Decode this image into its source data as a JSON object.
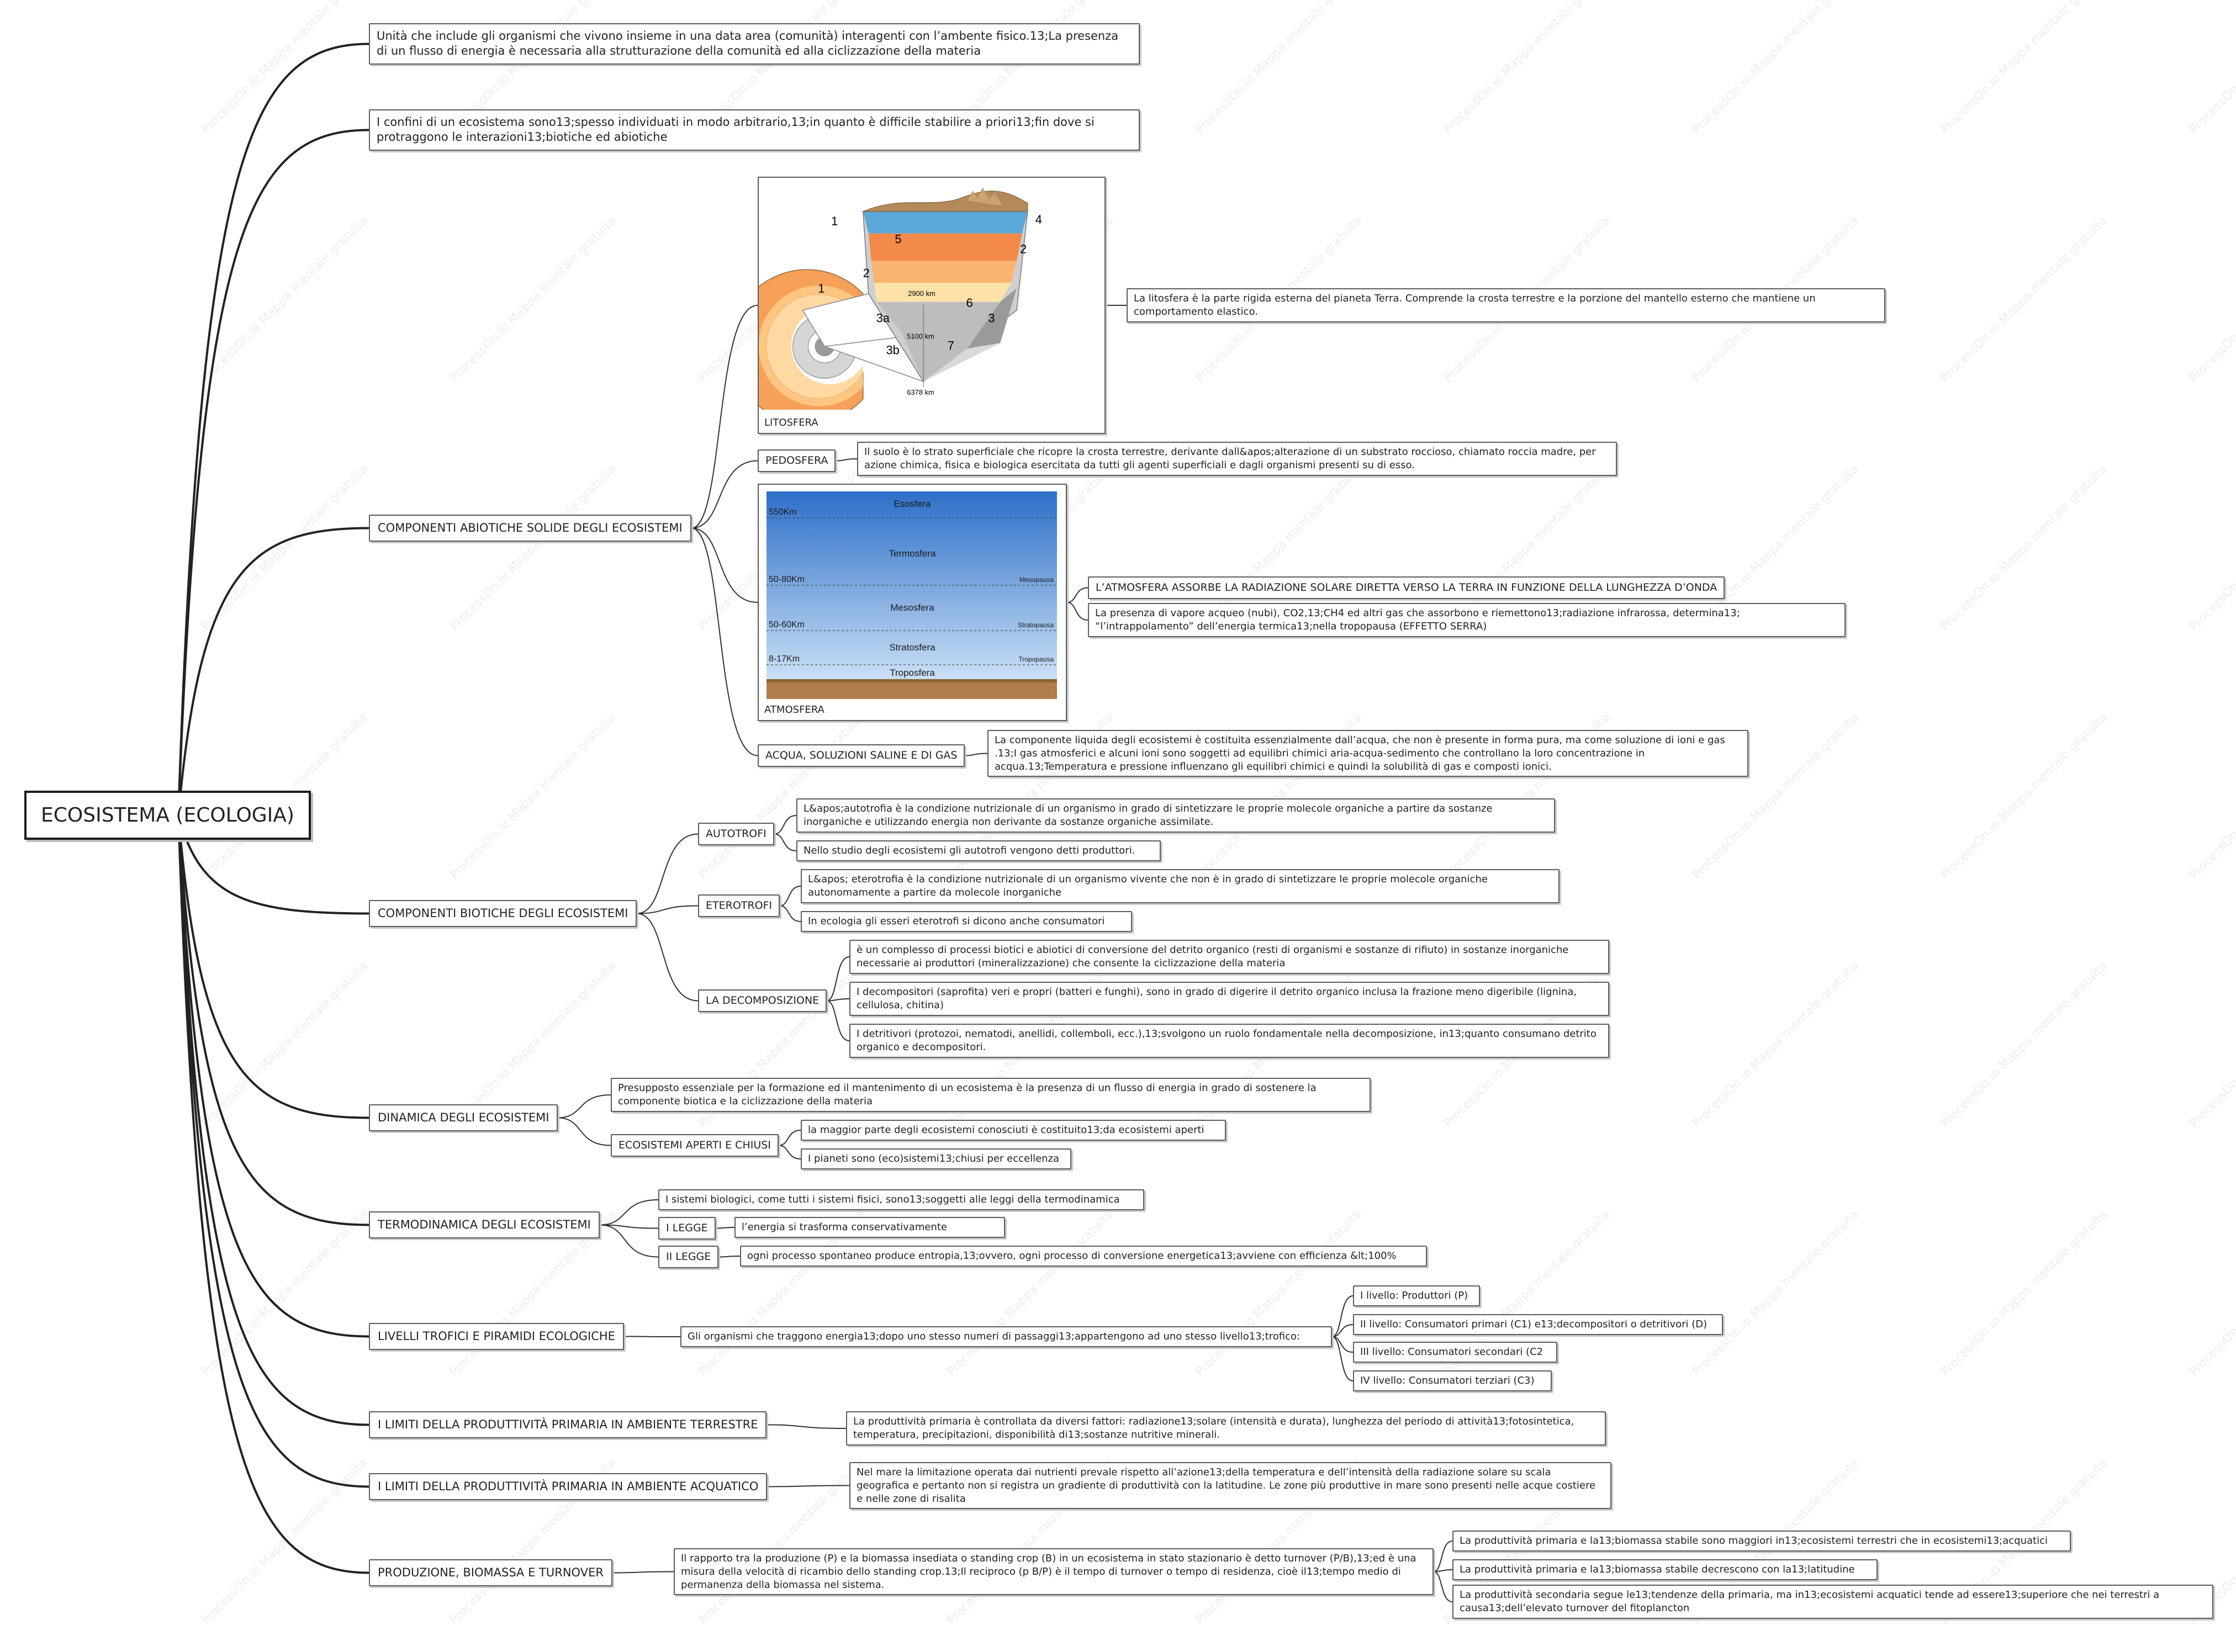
{
  "watermark": "ProcessOn.io Mappa mentale gratuita",
  "root": "ECOSISTEMA (ECOLOGIA)",
  "intro": [
    "Unità che include gli organismi che vivono insieme in una data area (comunità) interagenti con l’ambente fisico.13;La presenza di un flusso di energia è necessaria alla strutturazione della comunità ed alla ciclizzazione della materia",
    "I confini di un ecosistema sono13;spesso individuati in modo arbitrario,13;in quanto è difficile stabilire a priori13;fin dove si protraggono le interazioni13;biotiche ed abiotiche"
  ],
  "abiotic": {
    "label": "COMPONENTI ABIOTICHE SOLIDE DEGLI ECOSISTEMI",
    "lithosphere": {
      "caption": "LITOSFERA",
      "text": "La litosfera è la parte rigida esterna del pianeta Terra. Comprende la crosta terrestre e la porzione del mantello esterno che mantiene un comportamento elastico.",
      "diagram_labels": {
        "n1": "1",
        "n2": "2",
        "n3": "3",
        "n3a": "3a",
        "n3b": "3b",
        "n4": "4",
        "n5": "5",
        "n6": "6",
        "n7": "7",
        "d1": "2900 km",
        "d2": "5100 km",
        "d3": "6378 km"
      }
    },
    "pedosphere": {
      "label": "PEDOSFERA",
      "text": "Il suolo è lo strato superficiale che ricopre la crosta terrestre, derivante dall&apos;alterazione di un substrato roccioso, chiamato roccia madre, per azione chimica, fisica e biologica esercitata da tutti gli agenti superficiali e dagli organismi presenti su di esso."
    },
    "atmosphere": {
      "caption": "ATMOSFERA",
      "layers": [
        "Esosfera",
        "Termosfera",
        "Mesosfera",
        "Stratosfera",
        "Troposfera"
      ],
      "altitudes": [
        "550Km",
        "50-80Km",
        "50-60Km",
        "8-17Km"
      ],
      "pauses": [
        "Mesopausa",
        "Stratopausa",
        "Tropopausa"
      ],
      "notes": [
        "L’ATMOSFERA ASSORBE LA RADIAZIONE SOLARE DIRETTA VERSO LA TERRA IN FUNZIONE DELLA LUNGHEZZA D’ONDA",
        "La presenza di vapore acqueo (nubi), CO2,13;CH4 ed altri gas che assorbono e riemettono13;radiazione infrarossa, determina13; “l’intrappolamento” dell’energia termica13;nella tropopausa (EFFETTO SERRA)"
      ]
    },
    "water": {
      "label": "ACQUA, SOLUZIONI SALINE E DI GAS",
      "text": "La componente liquida degli ecosistemi è costituita essenzialmente dall’acqua, che non è presente in forma pura, ma come soluzione di ioni e gas .13;I gas atmosferici e alcuni ioni sono soggetti ad equilibri chimici aria-acqua-sedimento che controllano la loro concentrazione in acqua.13;Temperatura e pressione influenzano gli equilibri chimici e quindi la solubilità di gas e composti ionici."
    }
  },
  "biotic": {
    "label": "COMPONENTI BIOTICHE DEGLI ECOSISTEMI",
    "autotrophs": {
      "label": "AUTOTROFI",
      "items": [
        "L&apos;autotrofia è la condizione nutrizionale di un organismo in grado di sintetizzare le proprie molecole organiche a partire da sostanze inorganiche e utilizzando energia non derivante da sostanze organiche assimilate.",
        "Nello studio degli ecosistemi gli autotrofi vengono detti produttori."
      ]
    },
    "heterotrophs": {
      "label": "ETEROTROFI",
      "items": [
        "L&apos; eterotrofia è la condizione nutrizionale di un organismo vivente che non è in grado di sintetizzare le proprie molecole organiche autonomamente a partire da molecole inorganiche",
        "In ecologia gli esseri eterotrofi si dicono anche consumatori"
      ]
    },
    "decomposition": {
      "label": "LA DECOMPOSIZIONE",
      "items": [
        "è un complesso di processi biotici e abiotici di conversione del detrito organico (resti di organismi e sostanze di rifiuto) in sostanze inorganiche necessarie ai produttori (mineralizzazione) che consente la ciclizzazione della materia",
        "I decompositori (saprofita) veri e propri (batteri e funghi), sono in grado di digerire il detrito organico inclusa la frazione meno digeribile (lignina, cellulosa, chitina)",
        "I detritivori (protozoi, nematodi, anellidi, collemboli, ecc.),13;svolgono un ruolo fondamentale nella decomposizione, in13;quanto consumano detrito organico e decompositori."
      ]
    }
  },
  "dynamics": {
    "label": "DINAMICA DEGLI ECOSISTEMI",
    "text": "Presupposto essenziale per la formazione ed il mantenimento di un ecosistema è la presenza di un flusso di energia in grado di sostenere la componente biotica e la ciclizzazione della materia",
    "open_closed": {
      "label": "ECOSISTEMI APERTI E CHIUSI",
      "items": [
        "la maggior parte degli ecosistemi conosciuti è costituito13;da ecosistemi aperti",
        "I pianeti sono (eco)sistemi13;chiusi per eccellenza"
      ]
    }
  },
  "thermo": {
    "label": "TERMODINAMICA DEGLI ECOSISTEMI",
    "text": "I sistemi biologici, come tutti i sistemi fisici, sono13;soggetti alle leggi della termodinamica",
    "law1": {
      "label": "I LEGGE",
      "text": "l’energia si trasforma conservativamente"
    },
    "law2": {
      "label": "II LEGGE",
      "text": "ogni processo spontaneo produce entropia,13;ovvero, ogni processo di conversione energetica13;avviene con efficienza &lt;100%"
    }
  },
  "trophic": {
    "label": "LIVELLI TROFICI E PIRAMIDI ECOLOGICHE",
    "text": "Gli organismi che traggono energia13;dopo uno stesso numeri di passaggi13;appartengono ad uno stesso livello13;trofico:",
    "levels": [
      "I livello: Produttori (P)",
      "II livello: Consumatori primari (C1) e13;decompositori o detritivori (D)",
      "III livello: Consumatori secondari (C2",
      "IV livello: Consumatori terziari (C3)"
    ]
  },
  "terrestrial": {
    "label": "I LIMITI DELLA PRODUTTIVITÀ PRIMARIA IN AMBIENTE TERRESTRE",
    "text": "La produttività primaria è controllata da diversi fattori: radiazione13;solare (intensità e durata), lunghezza del periodo di attività13;fotosintetica, temperatura, precipitazioni, disponibilità di13;sostanze nutritive minerali."
  },
  "aquatic": {
    "label": "I LIMITI DELLA PRODUTTIVITÀ PRIMARIA IN AMBIENTE ACQUATICO",
    "text": "Nel mare la limitazione operata dai nutrienti prevale rispetto all’azione13;della temperatura e dell’intensità della radiazione solare su scala geografica e pertanto non si registra un gradiente di produttività con la latitudine. Le zone più produttive in mare sono presenti nelle acque costiere e nelle zone di risalita"
  },
  "production": {
    "label": "PRODUZIONE, BIOMASSA E TURNOVER",
    "text": "Il rapporto tra la produzione (P) e la biomassa insediata o standing crop (B) in un ecosistema in stato stazionario è detto turnover (P/B),13;ed è una misura della velocità di ricambio dello standing crop.13;Il reciproco (p B/P) è il tempo di turnover o tempo di residenza, cioè il13;tempo medio di permanenza della biomassa nel sistema.",
    "items": [
      "La produttività primaria e la13;biomassa stabile sono maggiori in13;ecosistemi terrestri che in ecosistemi13;acquatici",
      "La produttività primaria e la13;biomassa stabile decrescono con la13;latitudine",
      "La produttività secondaria segue le13;tendenze della primaria, ma in13;ecosistemi acquatici tende ad essere13;superiore che nei terrestri a causa13;dell’elevato turnover del fitoplancton"
    ]
  }
}
